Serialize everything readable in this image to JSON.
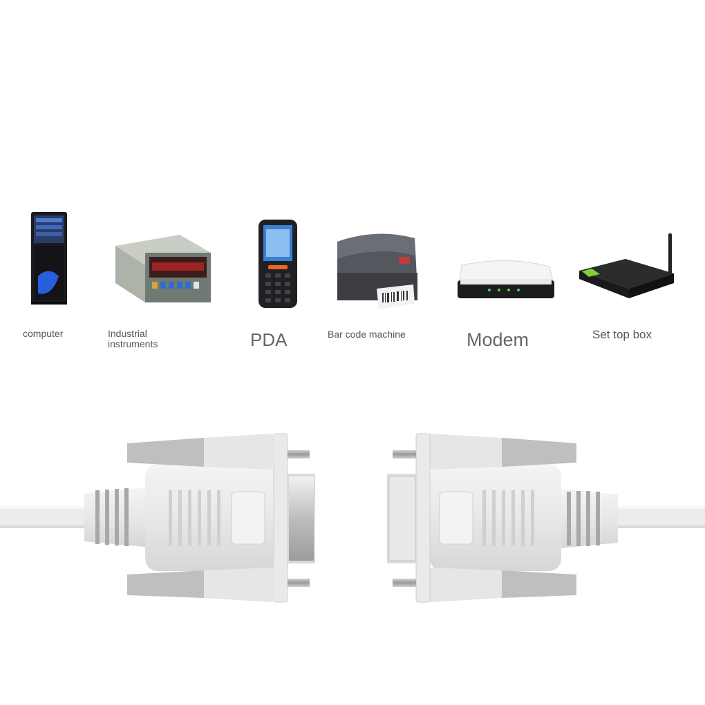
{
  "devices": [
    {
      "id": "computer",
      "label": "computer"
    },
    {
      "id": "industrial",
      "label": "Industrial\ninstruments"
    },
    {
      "id": "pda",
      "label": "PDA"
    },
    {
      "id": "barcode",
      "label": "Bar code machine"
    },
    {
      "id": "modem",
      "label": "Modem"
    },
    {
      "id": "stb",
      "label": "Set top box"
    }
  ],
  "colors": {
    "background": "#ffffff",
    "connector_body": "#e9e9e9",
    "connector_shadow": "#c9c9c9",
    "cable": "#ededed",
    "label_text": "#555555"
  }
}
